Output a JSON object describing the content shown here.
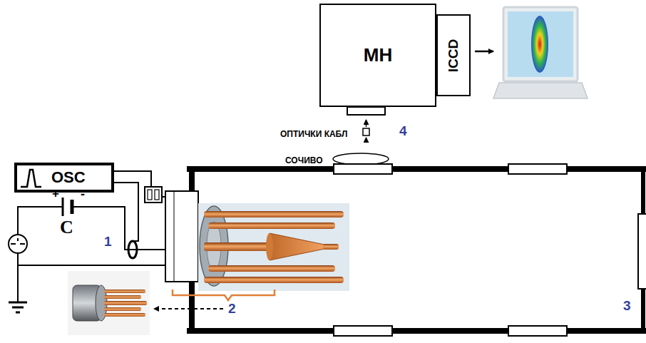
{
  "diagram": {
    "nodes": [
      {
        "text": [
          "МН"
        ]
      },
      {
        "text": [
          "ICCD"
        ]
      },
      {
        "text": [
          "OSC"
        ]
      }
    ],
    "labels": [
      "ОПТИЧКИ КАБЛ",
      "4",
      "СОЧИВО",
      "+",
      "-",
      "C",
      "1",
      "2",
      "3"
    ]
  }
}
